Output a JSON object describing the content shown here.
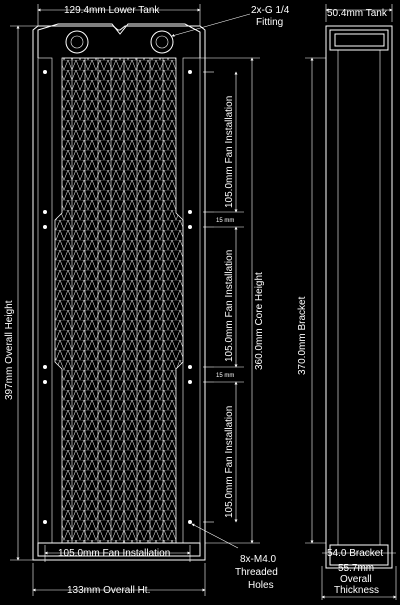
{
  "labels": {
    "lower_tank": "129.4mm Lower Tank",
    "fitting_1": "2x-G 1/4",
    "fitting_2": "Fitting",
    "tank_width": "50.4mm Tank",
    "overall_height": "397mm Overall Height",
    "fan_install_v1": "105.0mm Fan Installation",
    "fan_install_v2": "105.0mm Fan Installation",
    "fan_install_v3": "105.0mm Fan Installation",
    "gap_1": "15 mm",
    "gap_2": "15 mm",
    "core_height": "360.0mm Core Height",
    "bracket_height": "370.0mm Bracket",
    "fan_install_h": "105.0mm Fan Installation",
    "holes_1": "8x-M4.0",
    "holes_2": "Threaded",
    "holes_3": "Holes",
    "bracket_width": "54.0 Bracket",
    "thickness_1": "55.7mm",
    "thickness_2": "Overall",
    "thickness_3": "Thickness",
    "overall_width": "133mm Overall Ht."
  },
  "colors": {
    "background": "#000000",
    "line": "#ffffff"
  }
}
